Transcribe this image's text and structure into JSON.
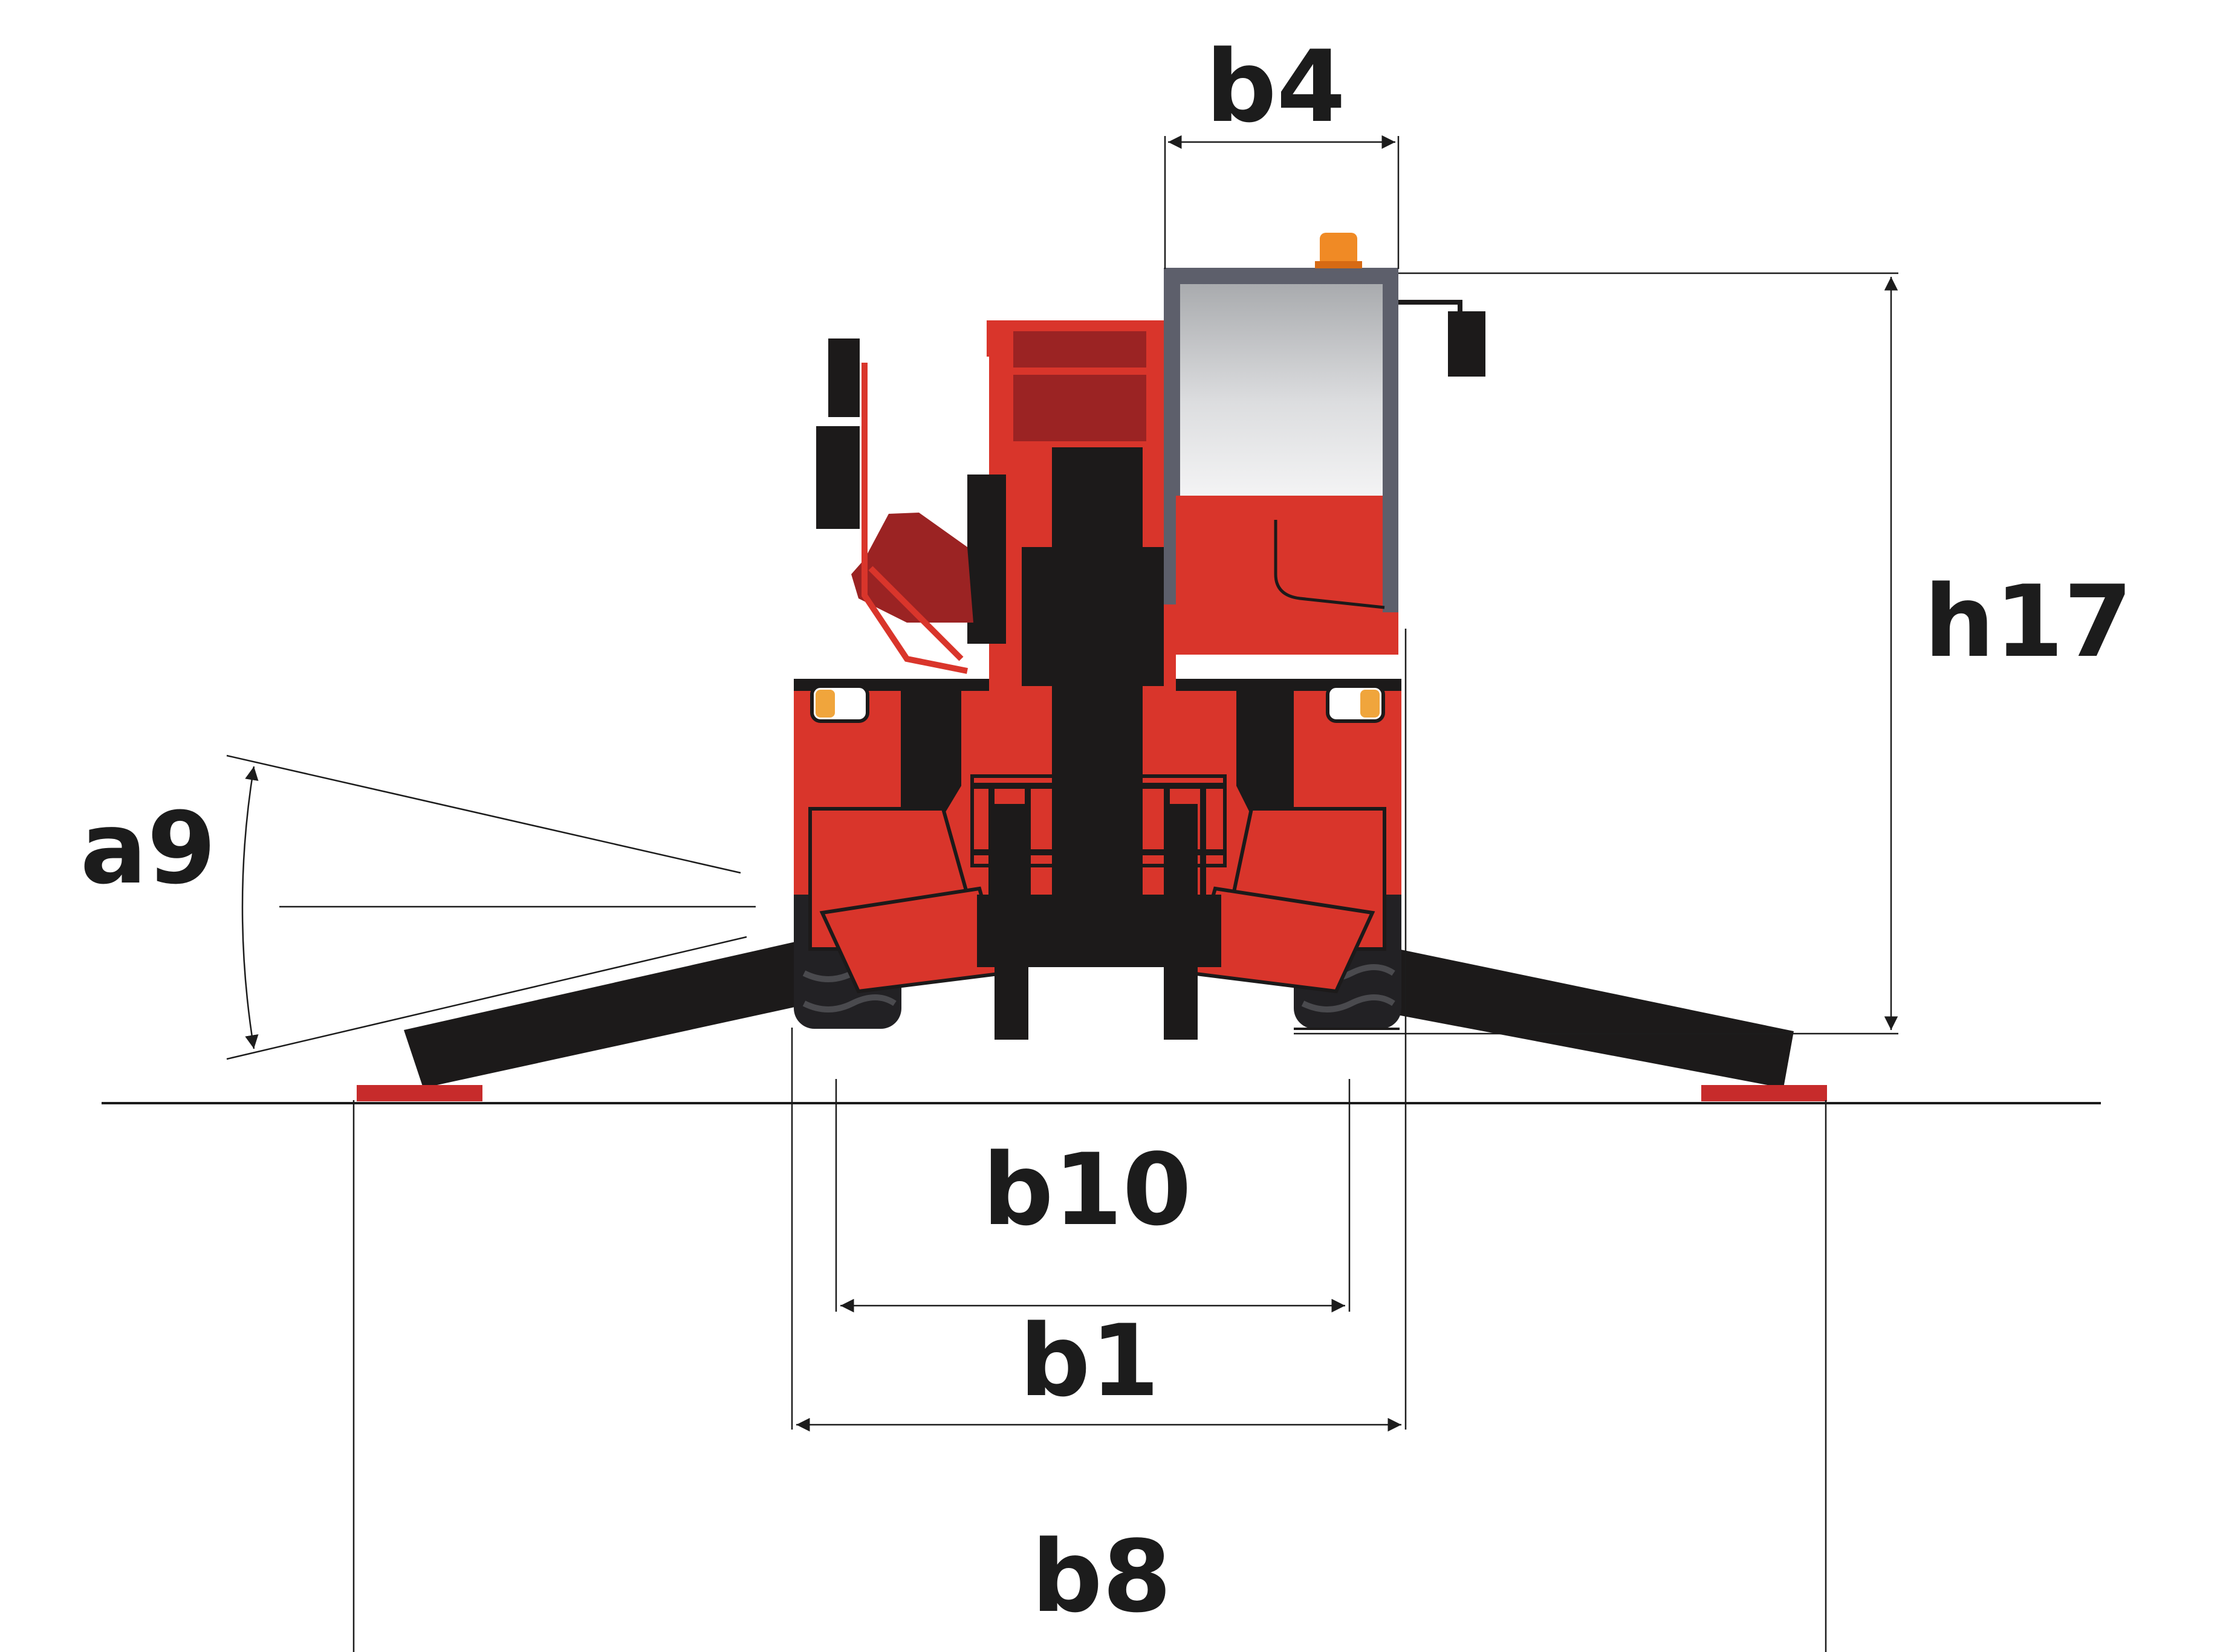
{
  "diagram": {
    "labels": {
      "b4": "b4",
      "h17": "h17",
      "a9": "a9",
      "b10": "b10",
      "b1": "b1",
      "b8": "b8"
    },
    "colors": {
      "machine_red": "#d9352b",
      "machine_dark_red": "#9b2323",
      "chassis_black": "#1c1a1a",
      "cab_frame_grey": "#5d5f6b",
      "beacon_orange": "#f08a25",
      "pad_red": "#c72b2b",
      "line": "#1c1c1c"
    }
  }
}
